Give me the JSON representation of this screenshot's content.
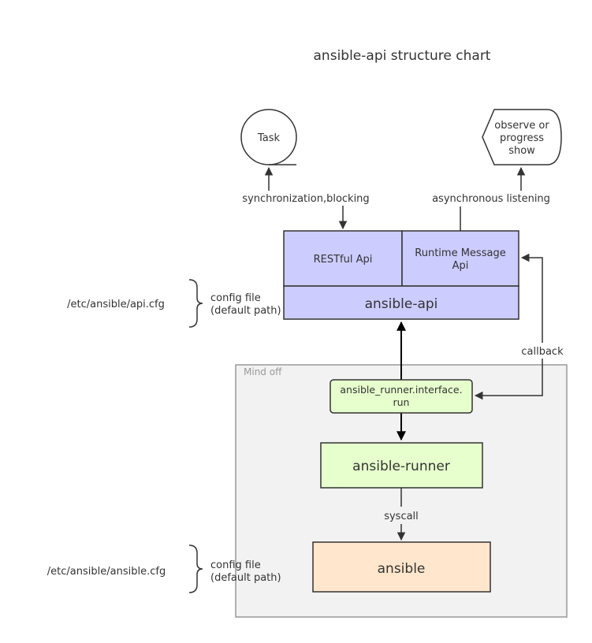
{
  "title": "ansible-api structure chart",
  "nodes": {
    "task": "Task",
    "observe": [
      "observe or",
      "progress",
      "show"
    ],
    "restful_api": "RESTful Api",
    "runtime_message_api": [
      "Runtime Message",
      "Api"
    ],
    "ansible_api": "ansible-api",
    "runner_run": [
      "ansible_runner.interface.",
      "run"
    ],
    "ansible_runner": "ansible-runner",
    "ansible": "ansible"
  },
  "edge_labels": {
    "sync": "synchronization,blocking",
    "async": "asynchronous listening",
    "callback": "callback",
    "syscall": "syscall"
  },
  "group_label": "Mind off",
  "config": {
    "api_path": "/etc/ansible/api.cfg",
    "ansible_path": "/etc/ansible/ansible.cfg",
    "label_line1": "config file",
    "label_line2": "(default path)"
  },
  "colors": {
    "ansible_api_fill": "#ccccff",
    "runner_fill": "#e6ffcc",
    "ansible_fill": "#ffe6cc",
    "group_fill": "#f2f2f2",
    "group_stroke": "#999999"
  }
}
